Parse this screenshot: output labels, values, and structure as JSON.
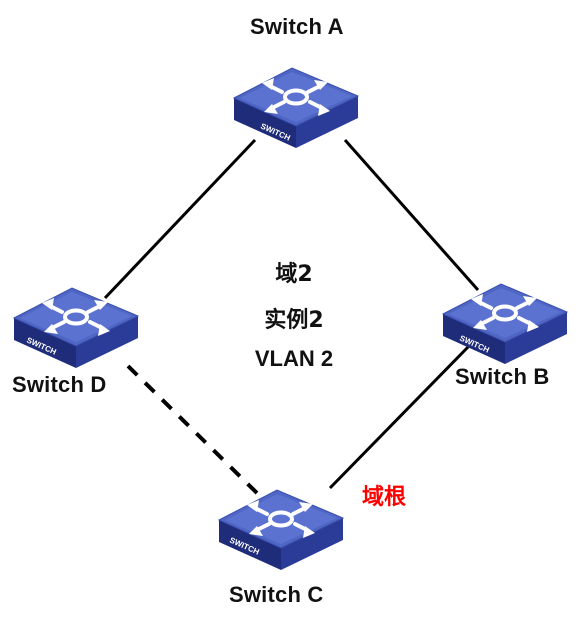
{
  "switches": {
    "a": {
      "name": "Switch A"
    },
    "b": {
      "name": "Switch B"
    },
    "c": {
      "name": "Switch C"
    },
    "d": {
      "name": "Switch D"
    }
  },
  "device_face_text": "SWITCH",
  "center": {
    "line1": "域2",
    "line2": "实例2",
    "line3": "VLAN 2"
  },
  "root_label": "域根",
  "links": [
    {
      "from": "Switch A",
      "to": "Switch B",
      "style": "solid"
    },
    {
      "from": "Switch A",
      "to": "Switch D",
      "style": "solid"
    },
    {
      "from": "Switch B",
      "to": "Switch C",
      "style": "solid"
    },
    {
      "from": "Switch D",
      "to": "Switch C",
      "style": "dashed"
    }
  ],
  "colors": {
    "switch_top": "#4f66c4",
    "switch_front": "#1f2c7a",
    "switch_side": "#2b3c98",
    "link": "#000000",
    "root_label": "#ff0000"
  }
}
